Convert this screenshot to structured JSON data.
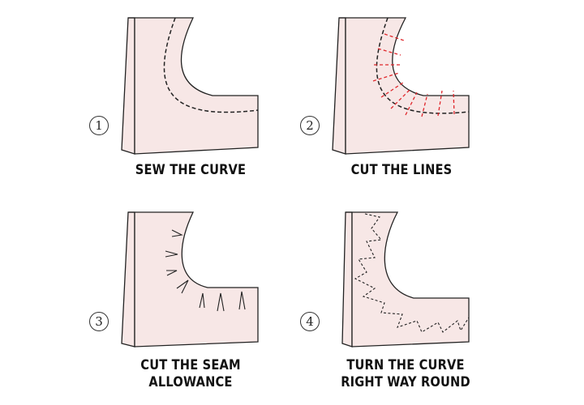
{
  "steps": [
    {
      "number": "1",
      "caption": "SEW THE CURVE"
    },
    {
      "number": "2",
      "caption": "CUT THE LINES"
    },
    {
      "number": "3",
      "caption": "CUT THE SEAM ALLOWANCE",
      "caption_lines": [
        "CUT THE SEAM",
        "ALLOWANCE"
      ]
    },
    {
      "number": "4",
      "caption": "TURN THE CURVE RIGHT WAY ROUND",
      "caption_lines": [
        "TURN THE CURVE",
        "RIGHT WAY ROUND"
      ]
    }
  ],
  "colors": {
    "fabric": "#f7e7e6",
    "outline": "#222222",
    "cut_lines": "#e0262b"
  }
}
